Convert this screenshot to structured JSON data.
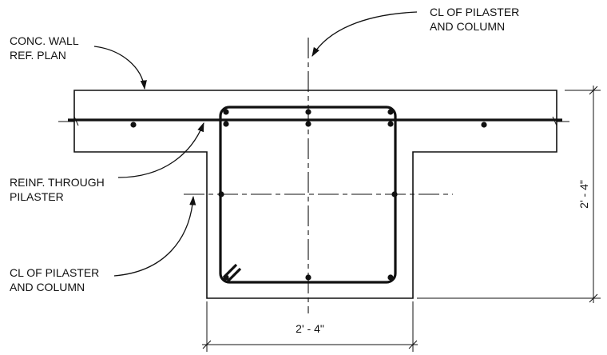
{
  "labels": {
    "top_centerline_note": [
      "CL OF PILASTER",
      "AND COLUMN"
    ],
    "wall_note": [
      "CONC. WALL",
      "REF. PLAN"
    ],
    "reinf_note": [
      "REINF. THROUGH",
      "PILASTER"
    ],
    "left_centerline_note": [
      "CL OF PILASTER",
      "AND COLUMN"
    ]
  },
  "dimensions": {
    "horizontal": "2' - 4\"",
    "vertical": "2' - 4\""
  }
}
